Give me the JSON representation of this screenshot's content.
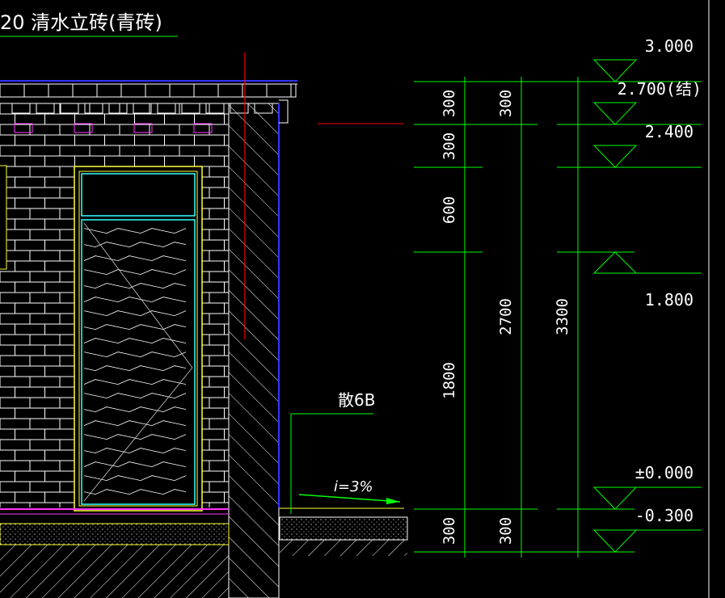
{
  "drawing": {
    "title": "20 清水立砖(青砖)",
    "drain_label": "散6B",
    "slope_label": "i=3%"
  },
  "elevations": [
    {
      "value": "3.000"
    },
    {
      "value": "2.700(结)"
    },
    {
      "value": "2.400"
    },
    {
      "value": "1.800"
    },
    {
      "value": "±0.000"
    },
    {
      "value": "-0.300"
    }
  ],
  "dimensions": {
    "col1": [
      "300",
      "300",
      "600",
      "1800",
      "300"
    ],
    "col2": [
      "300",
      "2700",
      "300"
    ],
    "col3": [
      "3300"
    ]
  },
  "colors": {
    "background": "#000000",
    "brick": "#ffffff",
    "window_frame": "#ffff33",
    "glass": "#33ffff",
    "dimension": "#00ff00",
    "axis": "#ff0000",
    "wall_edge": "#3333ff",
    "accent": "#ff33ff"
  }
}
